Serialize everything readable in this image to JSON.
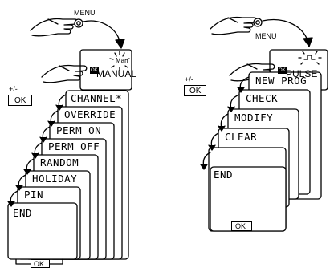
{
  "left_panel": {
    "menu_label": "MENU",
    "mode_label": "MANUAL",
    "mode_icon_label": "Man",
    "ok_badge": "OK",
    "plusminus_label": "+/-",
    "ok_button": "OK",
    "cards": [
      "CHANNEL*",
      "OVERRIDE",
      "PERM ON",
      "PERM OFF",
      "RANDOM",
      "HOLIDAY",
      "PIN",
      "END"
    ],
    "bottom_ok": "OK"
  },
  "right_panel": {
    "menu_label": "MENU",
    "mode_label": "PULSE",
    "ok_badge": "OK",
    "plusminus_label": "+/-",
    "ok_button": "OK",
    "cards": [
      "NEW PROG",
      "CHECK",
      "MODIFY",
      "CLEAR",
      "END"
    ],
    "bottom_ok": "OK"
  }
}
